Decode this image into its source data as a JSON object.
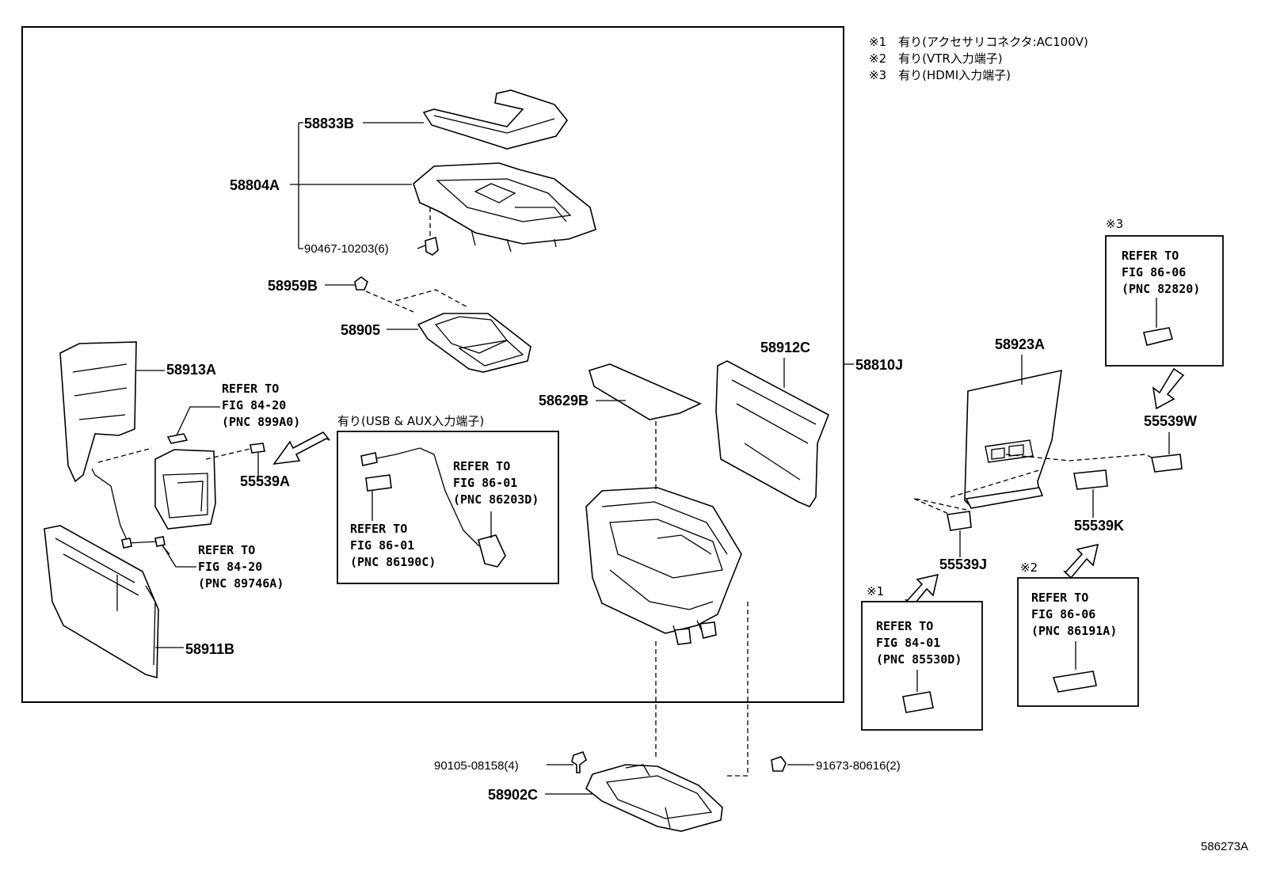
{
  "notes": [
    "※1　有り(アクセサリコネクタ:AC100V)",
    "※2　有り(VTR入力端子)",
    "※3　有り(HDMI入力端子)"
  ],
  "labels": {
    "p58833B": "58833B",
    "p58804A": "58804A",
    "p90467": "90467-10203(6)",
    "p58959B": "58959B",
    "p58905": "58905",
    "p58913A": "58913A",
    "p55539A": "55539A",
    "p58911B": "58911B",
    "p58629B": "58629B",
    "p58912C": "58912C",
    "p58810J": "58810J",
    "p58923A": "58923A",
    "p55539W": "55539W",
    "p55539K": "55539K",
    "p55539J": "55539J",
    "p90105": "90105-08158(4)",
    "p58902C": "58902C",
    "p91673": "91673-80616(2)"
  },
  "refs": {
    "r1": [
      "REFER TO",
      "FIG 84-20",
      "(PNC 899A0)"
    ],
    "r2": [
      "REFER TO",
      "FIG 84-20",
      "(PNC 89746A)"
    ],
    "r3": [
      "REFER TO",
      "FIG 86-01",
      "(PNC 86203D)"
    ],
    "r4": [
      "REFER TO",
      "FIG 86-01",
      "(PNC 86190C)"
    ],
    "r5": [
      "REFER TO",
      "FIG 86-06",
      "(PNC 82820)"
    ],
    "r6": [
      "REFER TO",
      "FIG 84-01",
      "(PNC 85530D)"
    ],
    "r7": [
      "REFER TO",
      "FIG 86-06",
      "(PNC 86191A)"
    ]
  },
  "usb_box_title": "有り(USB & AUX入力端子)",
  "marks": {
    "m1": "※1",
    "m2": "※2",
    "m3": "※3"
  },
  "figure_code": "586273A"
}
